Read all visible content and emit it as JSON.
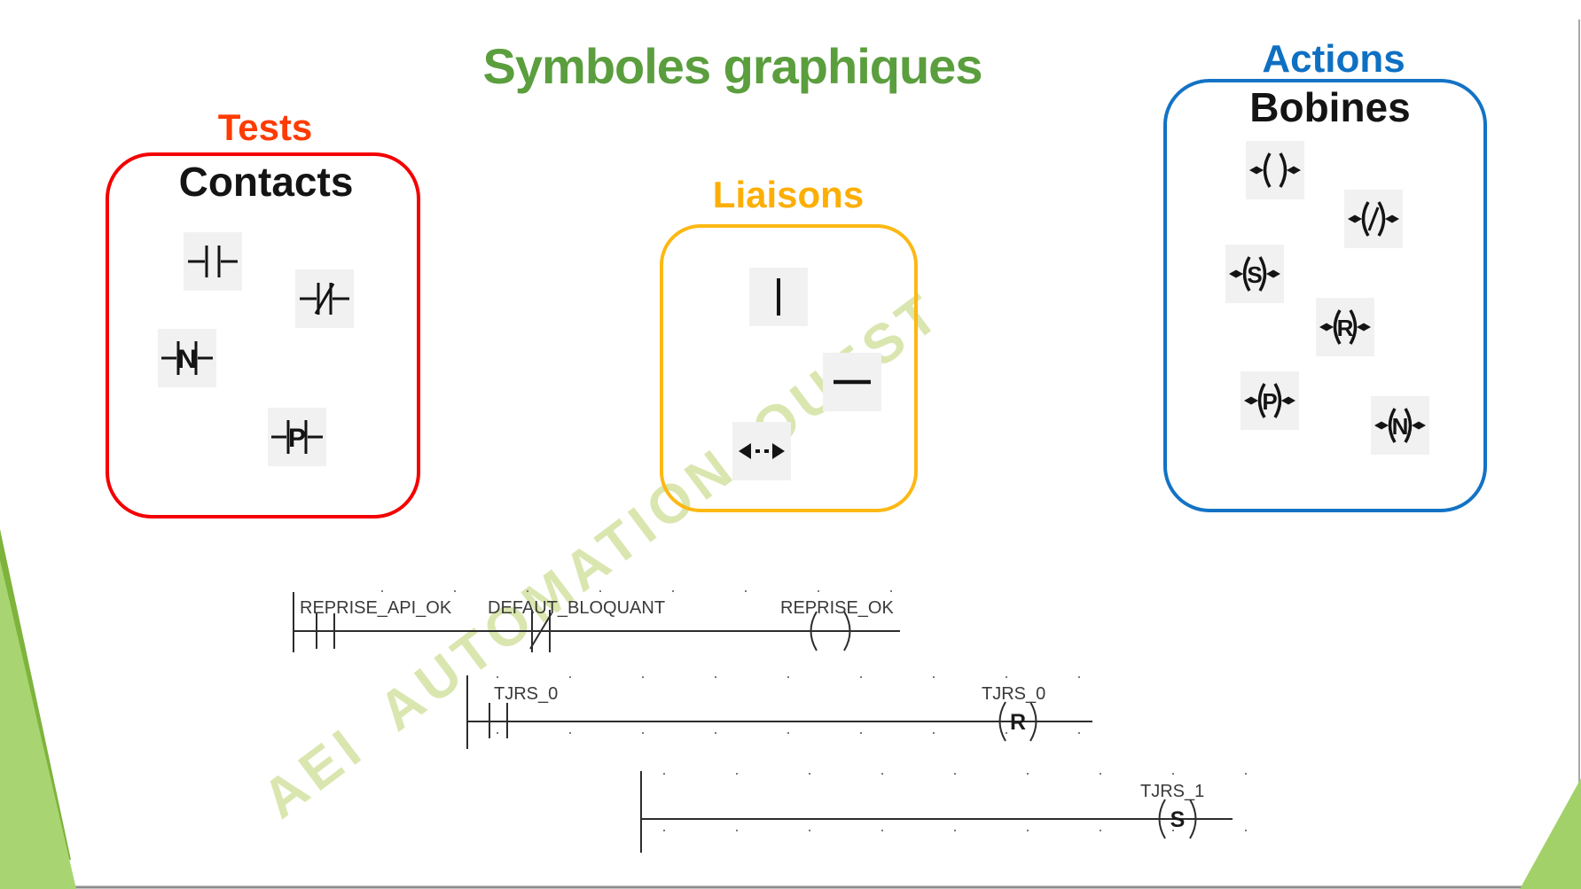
{
  "slide": {
    "title": "Symboles graphiques",
    "colors": {
      "title_green": "#5b9e3e",
      "tests_red": "#fe3b01",
      "tests_border": "#f40000",
      "liaisons_yellow": "#fdae02",
      "liaisons_border": "#fcb813",
      "actions_blue": "#0e70c2",
      "actions_border": "#1373c5",
      "tile_background": "#f1f1f1",
      "corner_green_light": "#a8d571",
      "corner_green_dark": "#7eb33c",
      "watermark_green": "#cde094",
      "ladder_line": "#2d2d2d"
    }
  },
  "watermark": {
    "text": "AEI AUTOMATION OUEST"
  },
  "groups": {
    "tests": {
      "label": "Tests",
      "heading": "Contacts",
      "symbols": [
        {
          "name": "open-contact",
          "letter": ""
        },
        {
          "name": "closed-contact",
          "letter": ""
        },
        {
          "name": "falling-edge-contact",
          "letter": "N"
        },
        {
          "name": "rising-edge-contact",
          "letter": "P"
        }
      ]
    },
    "liaisons": {
      "label": "Liaisons",
      "symbols": [
        {
          "name": "vertical-link"
        },
        {
          "name": "horizontal-link"
        },
        {
          "name": "bidirectional-arrow-link"
        }
      ]
    },
    "actions": {
      "label": "Actions",
      "heading": "Bobines",
      "symbols": [
        {
          "name": "coil",
          "letter": ""
        },
        {
          "name": "negated-coil",
          "letter": ""
        },
        {
          "name": "set-coil",
          "letter": "S"
        },
        {
          "name": "reset-coil",
          "letter": "R"
        },
        {
          "name": "rising-edge-coil",
          "letter": "P"
        },
        {
          "name": "falling-edge-coil",
          "letter": "N"
        }
      ]
    }
  },
  "ladder": {
    "rungs": [
      {
        "contacts": [
          {
            "label": "REPRISE_API_OK",
            "type": "open"
          },
          {
            "label": "DEFAUT_BLOQUANT",
            "type": "closed"
          }
        ],
        "coil": {
          "label": "REPRISE_OK",
          "letter": ""
        }
      },
      {
        "contacts": [
          {
            "label": "TJRS_0",
            "type": "open"
          }
        ],
        "coil": {
          "label": "TJRS_0",
          "letter": "R"
        }
      },
      {
        "contacts": [],
        "coil": {
          "label": "TJRS_1",
          "letter": "S"
        }
      }
    ]
  }
}
